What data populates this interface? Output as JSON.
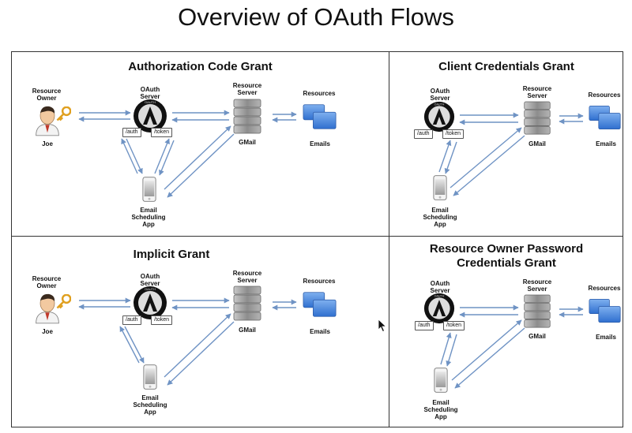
{
  "title": "Overview of OAuth Flows",
  "panels": {
    "auth_code": {
      "title": "Authorization Code Grant",
      "owner_label": "Resource\nOwner",
      "owner_name": "Joe",
      "server_label": "OAuth\nServer",
      "endpoint_auth": "/auth",
      "endpoint_token": "/token",
      "resource_server_label": "Resource\nServer",
      "resource_server_name": "GMail",
      "resources_label": "Resources",
      "resources_name": "Emails",
      "app_label": "Email\nScheduling\nApp"
    },
    "client_credentials": {
      "title": "Client Credentials Grant",
      "server_label": "OAuth\nServer",
      "endpoint_auth": "/auth",
      "endpoint_token": "/token",
      "resource_server_label": "Resource\nServer",
      "resource_server_name": "GMail",
      "resources_label": "Resources",
      "resources_name": "Emails",
      "app_label": "Email\nScheduling\nApp"
    },
    "implicit": {
      "title": "Implicit Grant",
      "owner_label": "Resource\nOwner",
      "owner_name": "Joe",
      "server_label": "OAuth\nServer",
      "endpoint_auth": "/auth",
      "endpoint_token": "/token",
      "resource_server_label": "Resource\nServer",
      "resource_server_name": "GMail",
      "resources_label": "Resources",
      "resources_name": "Emails",
      "app_label": "Email\nScheduling\nApp"
    },
    "password": {
      "title": "Resource Owner Password\nCredentials Grant",
      "server_label": "OAuth\nServer",
      "endpoint_auth": "/auth",
      "endpoint_token": "/token",
      "resource_server_label": "Resource\nServer",
      "resource_server_name": "GMail",
      "resources_label": "Resources",
      "resources_name": "Emails",
      "app_label": "Email\nScheduling\nApp"
    }
  },
  "colors": {
    "arrow": "#6f93c4",
    "folder": "#3f7fd6",
    "server_body": "#9a9a9a"
  },
  "icons": [
    "person-icon",
    "key-icon",
    "oauth-logo-icon",
    "server-rack-icon",
    "folders-icon",
    "phone-icon",
    "mouse-pointer-icon"
  ]
}
